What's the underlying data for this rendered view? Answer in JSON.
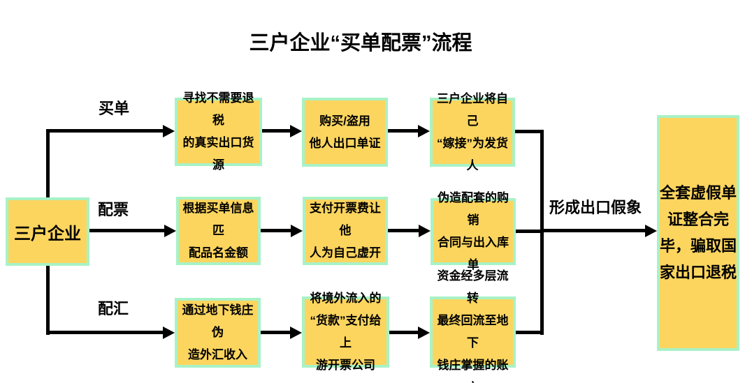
{
  "title": "三户企业“买单配票”流程",
  "source": {
    "label": "三户企业"
  },
  "branches": [
    {
      "label": "买单",
      "steps": [
        "寻找不需要退税\n的真实出口货源",
        "购买/盗用\n他人出口单证",
        "三户企业将自己\n“嫁接”为发货人"
      ]
    },
    {
      "label": "配票",
      "steps": [
        "根据买单信息匹\n配品名金额",
        "支付开票费让他\n人为自己虚开",
        "伪造配套的购销\n合同与出入库单"
      ]
    },
    {
      "label": "配汇",
      "steps": [
        "通过地下钱庄伪\n造外汇收入",
        "将境外流入的\n“货款”支付给上\n游开票公司",
        "资金经多层流转\n最终回流至地下\n钱庄掌握的账户"
      ]
    }
  ],
  "merge_label": "形成出口假象",
  "result": {
    "label": "全套虚假单\n证整合完\n毕，骗取国\n家出口退税"
  },
  "colors": {
    "box_fill": "#FCD55F",
    "box_border": "#A8F2C6",
    "line": "#000000",
    "text": "#000000",
    "background": "#FFFFFF"
  }
}
